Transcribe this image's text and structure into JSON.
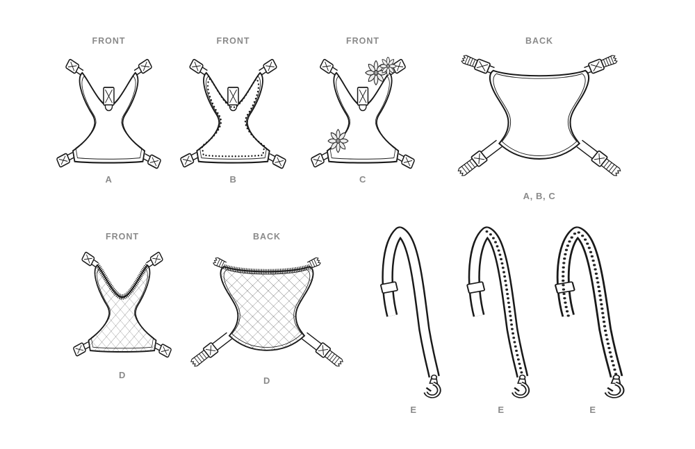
{
  "palette": {
    "background": "#ffffff",
    "line": "#1a1a1a",
    "label_color": "#8a8a8a"
  },
  "figures": {
    "harness_a": {
      "view": "FRONT",
      "letter": "A"
    },
    "harness_b": {
      "view": "FRONT",
      "letter": "B"
    },
    "harness_c": {
      "view": "FRONT",
      "letter": "C"
    },
    "harness_back_abc": {
      "view": "BACK",
      "letter": "A, B, C"
    },
    "harness_d_front": {
      "view": "FRONT",
      "letter": "D"
    },
    "harness_d_back": {
      "view": "BACK",
      "letter": "D"
    },
    "leash_e_1": {
      "letter": "E"
    },
    "leash_e_2": {
      "letter": "E"
    },
    "leash_e_3": {
      "letter": "E"
    }
  }
}
